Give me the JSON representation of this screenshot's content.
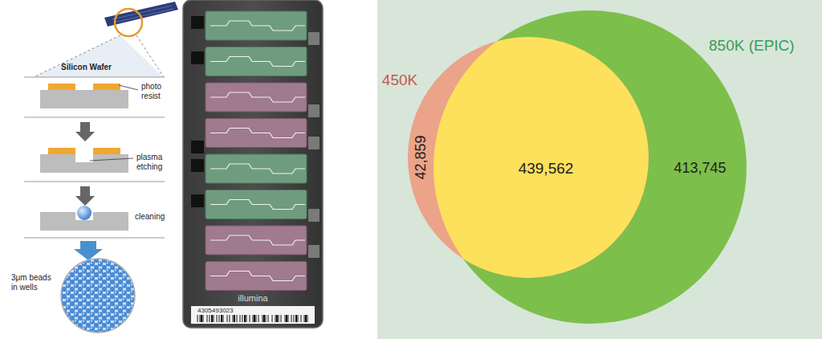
{
  "diagram": {
    "nodes": [
      {
        "text": [
          "850K (EPIC)",
          "413,745"
        ]
      },
      {
        "text": [
          "450K",
          "42,859"
        ]
      },
      {
        "text": [
          "439,562"
        ],
        "in": 1
      }
    ],
    "labels": [
      "Silicon Wafer",
      "photo resist",
      "plasma etching",
      "cleaning",
      "3μm beads in wells",
      "illumina",
      "4305493023"
    ]
  }
}
